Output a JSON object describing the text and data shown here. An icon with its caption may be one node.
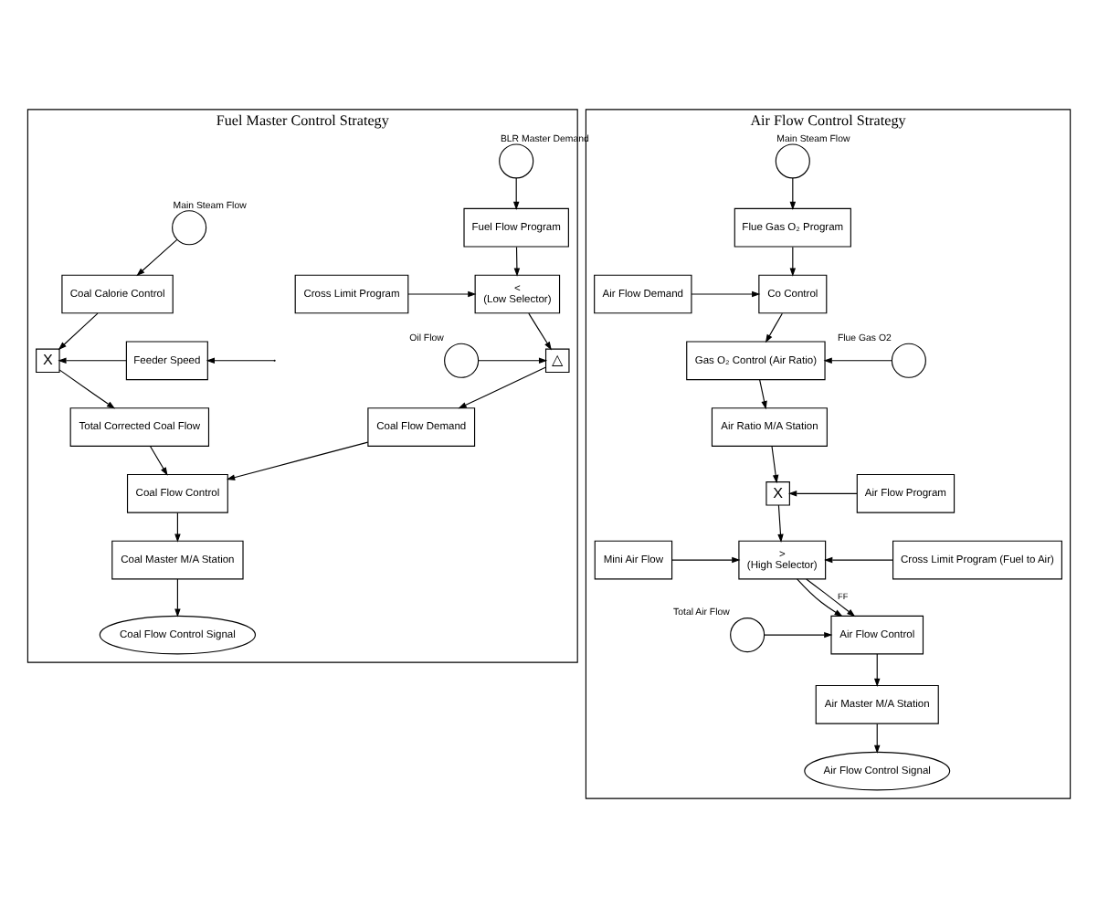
{
  "diagram": {
    "nodes": [
      {
        "text": [
          "Fuel Master Control Strategy"
        ]
      },
      {
        "text": [],
        "shape": "circle",
        "beside": [
          "BLR Master Demand"
        ],
        "in": 0
      },
      {
        "text": [
          "Fuel Flow Program"
        ],
        "in": 0
      },
      {
        "text": [
          "Cross Limit Program"
        ],
        "in": 0
      },
      {
        "text": [
          "<",
          "(Low Selector)"
        ],
        "in": 0
      },
      {
        "text": [],
        "shape": "circle",
        "beside": [
          "Oil Flow"
        ],
        "in": 0
      },
      {
        "text": [
          "△"
        ],
        "in": 0
      },
      {
        "text": [],
        "shape": "circle",
        "beside": [
          "Main Steam Flow"
        ],
        "in": 0
      },
      {
        "text": [
          "Coal Calorie Control"
        ],
        "in": 0
      },
      {
        "text": [
          "X"
        ],
        "in": 0
      },
      {
        "text": [
          "Feeder Speed"
        ],
        "in": 0
      },
      {
        "text": [
          "Coal Flow Demand"
        ],
        "in": 0
      },
      {
        "text": [
          "Total Corrected Coal Flow"
        ],
        "in": 0
      },
      {
        "text": [
          "Coal Flow Control"
        ],
        "in": 0
      },
      {
        "text": [
          "Coal Master M/A Station"
        ],
        "in": 0
      },
      {
        "text": [
          "Coal Flow Control Signal"
        ],
        "in": 0
      },
      {
        "text": [
          "Air Flow Control Strategy"
        ]
      },
      {
        "text": [],
        "shape": "circle",
        "beside": [
          "Main Steam Flow"
        ],
        "in": 16
      },
      {
        "text": [
          "Flue Gas O₂ Program"
        ],
        "in": 16
      },
      {
        "text": [
          "Air Flow Demand"
        ],
        "in": 16
      },
      {
        "text": [
          "Co Control"
        ],
        "in": 16
      },
      {
        "text": [
          "Gas O₂ Control (Air Ratio)"
        ],
        "in": 16
      },
      {
        "text": [],
        "shape": "circle",
        "beside": [
          "Flue Gas O2"
        ],
        "in": 16
      },
      {
        "text": [
          "Air Ratio M/A Station"
        ],
        "in": 16
      },
      {
        "text": [
          "X"
        ],
        "in": 16
      },
      {
        "text": [
          "Air Flow Program"
        ],
        "in": 16
      },
      {
        "text": [
          "Mini Air Flow"
        ],
        "in": 16
      },
      {
        "text": [
          ">",
          "(High Selector)"
        ],
        "in": 16
      },
      {
        "text": [
          "Cross Limit Program (Fuel to Air)"
        ],
        "in": 16
      },
      {
        "text": [],
        "shape": "circle",
        "beside": [
          "Total Air Flow"
        ],
        "in": 16
      },
      {
        "text": [
          "Air Flow Control"
        ],
        "in": 16
      },
      {
        "text": [
          "Air Master M/A Station"
        ],
        "in": 16
      },
      {
        "text": [
          "Air Flow Control Signal"
        ],
        "in": 16
      }
    ],
    "edges": [
      {
        "from": 1,
        "to": 2,
        "arrow": "to"
      },
      {
        "from": 2,
        "to": 4,
        "arrow": "to"
      },
      {
        "from": 3,
        "to": 4,
        "arrow": "to"
      },
      {
        "from": 4,
        "to": 6,
        "arrow": "to"
      },
      {
        "from": 5,
        "to": 6,
        "arrow": "to"
      },
      {
        "from": 6,
        "to": 11,
        "arrow": "to"
      },
      {
        "from": 7,
        "to": 8,
        "arrow": "to"
      },
      {
        "from": 8,
        "to": 9,
        "arrow": "to"
      },
      {
        "from": null,
        "to": 10,
        "arrow": "to"
      },
      {
        "from": 10,
        "to": 9,
        "arrow": "to"
      },
      {
        "from": 11,
        "to": 13,
        "arrow": "to"
      },
      {
        "from": 9,
        "to": 12,
        "arrow": "to"
      },
      {
        "from": 12,
        "to": 13,
        "arrow": "to"
      },
      {
        "from": 13,
        "to": 14,
        "arrow": "to"
      },
      {
        "from": 14,
        "to": 15,
        "arrow": "to"
      },
      {
        "from": 17,
        "to": 18,
        "arrow": "to"
      },
      {
        "from": 18,
        "to": 20,
        "arrow": "to"
      },
      {
        "from": 19,
        "to": 20,
        "arrow": "to"
      },
      {
        "from": 20,
        "to": 21,
        "arrow": "to"
      },
      {
        "from": 22,
        "to": 21,
        "arrow": "to"
      },
      {
        "from": 21,
        "to": 23,
        "arrow": "to"
      },
      {
        "from": 23,
        "to": 24,
        "arrow": "to"
      },
      {
        "from": 25,
        "to": 24,
        "arrow": "to"
      },
      {
        "from": 24,
        "to": 27,
        "arrow": "to"
      },
      {
        "from": 26,
        "to": 27,
        "arrow": "to"
      },
      {
        "from": 28,
        "to": 27,
        "arrow": "to"
      },
      {
        "from": 27,
        "to": 30,
        "arrow": "to"
      },
      {
        "from": 27,
        "to": 30,
        "arrow": "to",
        "label": "FF"
      },
      {
        "from": 29,
        "to": 30,
        "arrow": "to"
      },
      {
        "from": 30,
        "to": 31,
        "arrow": "to"
      },
      {
        "from": 31,
        "to": 32,
        "arrow": "to"
      }
    ]
  }
}
